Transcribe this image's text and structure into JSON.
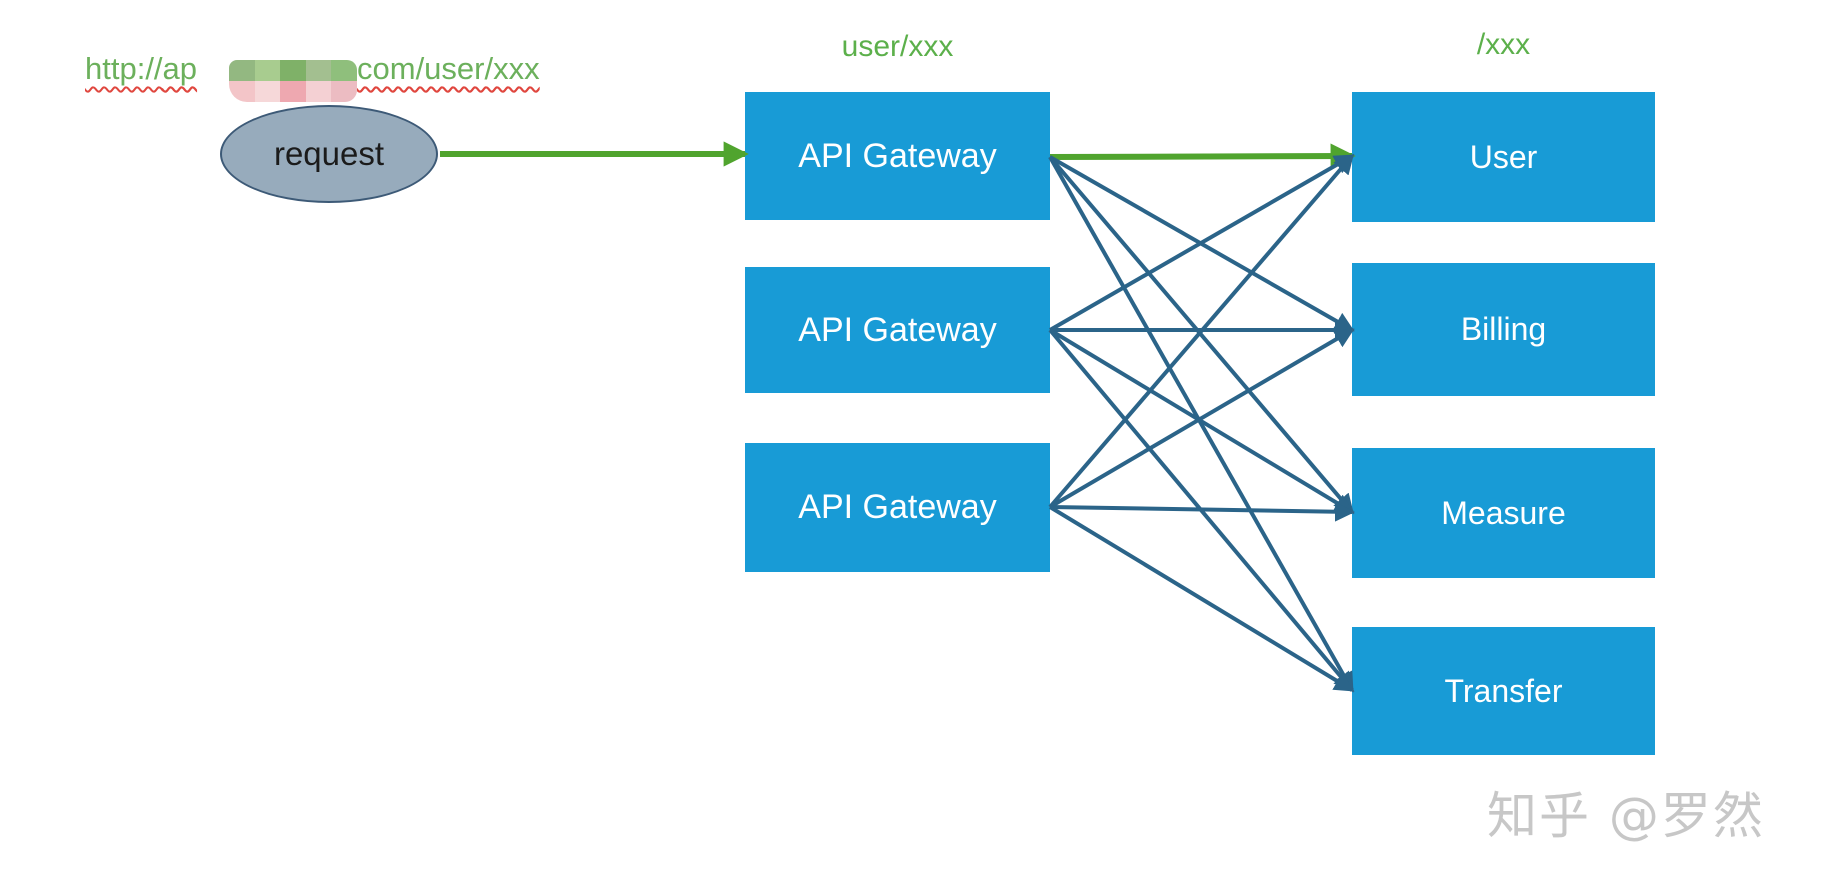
{
  "diagram": {
    "url_label": {
      "prefix_plain": "http://",
      "prefix_flagged": "ap",
      "suffix": "com/user/xxx"
    },
    "column_labels": {
      "gateway_route": "user/xxx",
      "service_route": "/xxx"
    },
    "request_node": {
      "label": "request"
    },
    "gateways": [
      {
        "id": "gateway-0",
        "label": "API Gateway"
      },
      {
        "id": "gateway-1",
        "label": "API Gateway"
      },
      {
        "id": "gateway-2",
        "label": "API Gateway"
      }
    ],
    "services": [
      {
        "id": "service-0",
        "label": "User"
      },
      {
        "id": "service-1",
        "label": "Billing"
      },
      {
        "id": "service-2",
        "label": "Measure"
      },
      {
        "id": "service-3",
        "label": "Transfer"
      }
    ],
    "edges": [
      {
        "from": "request",
        "to": "gateway-0",
        "style": "green"
      },
      {
        "from": "gateway-0",
        "to": "service-0",
        "style": "green"
      },
      {
        "from": "gateway-0",
        "to": "service-1",
        "style": "dark"
      },
      {
        "from": "gateway-0",
        "to": "service-2",
        "style": "dark"
      },
      {
        "from": "gateway-0",
        "to": "service-3",
        "style": "dark"
      },
      {
        "from": "gateway-1",
        "to": "service-0",
        "style": "dark"
      },
      {
        "from": "gateway-1",
        "to": "service-1",
        "style": "dark"
      },
      {
        "from": "gateway-1",
        "to": "service-2",
        "style": "dark"
      },
      {
        "from": "gateway-1",
        "to": "service-3",
        "style": "dark"
      },
      {
        "from": "gateway-2",
        "to": "service-0",
        "style": "dark"
      },
      {
        "from": "gateway-2",
        "to": "service-1",
        "style": "dark"
      },
      {
        "from": "gateway-2",
        "to": "service-2",
        "style": "dark"
      },
      {
        "from": "gateway-2",
        "to": "service-3",
        "style": "dark"
      }
    ],
    "censor_mosaic": {
      "rows": [
        [
          "#93b881",
          "#a8cc8f",
          "#7fb168",
          "#a3bf90",
          "#8fbf7c"
        ],
        [
          "#f3c5c8",
          "#f6d8d9",
          "#eea8b0",
          "#f4d0d3",
          "#ecbcc2"
        ]
      ]
    },
    "colors": {
      "box_fill": "#189bd6",
      "box_text": "#ffffff",
      "arrow_dark": "#2b6489",
      "arrow_green": "#50a42e",
      "label_green": "#5cb04b",
      "url_green": "#6cb05c",
      "squiggle_red": "#e0473f",
      "ellipse_fill": "#97abbc",
      "ellipse_border": "#3d5a77",
      "watermark_gray": "#c7c7c7"
    },
    "watermark": {
      "text": "知乎 @罗然"
    }
  }
}
